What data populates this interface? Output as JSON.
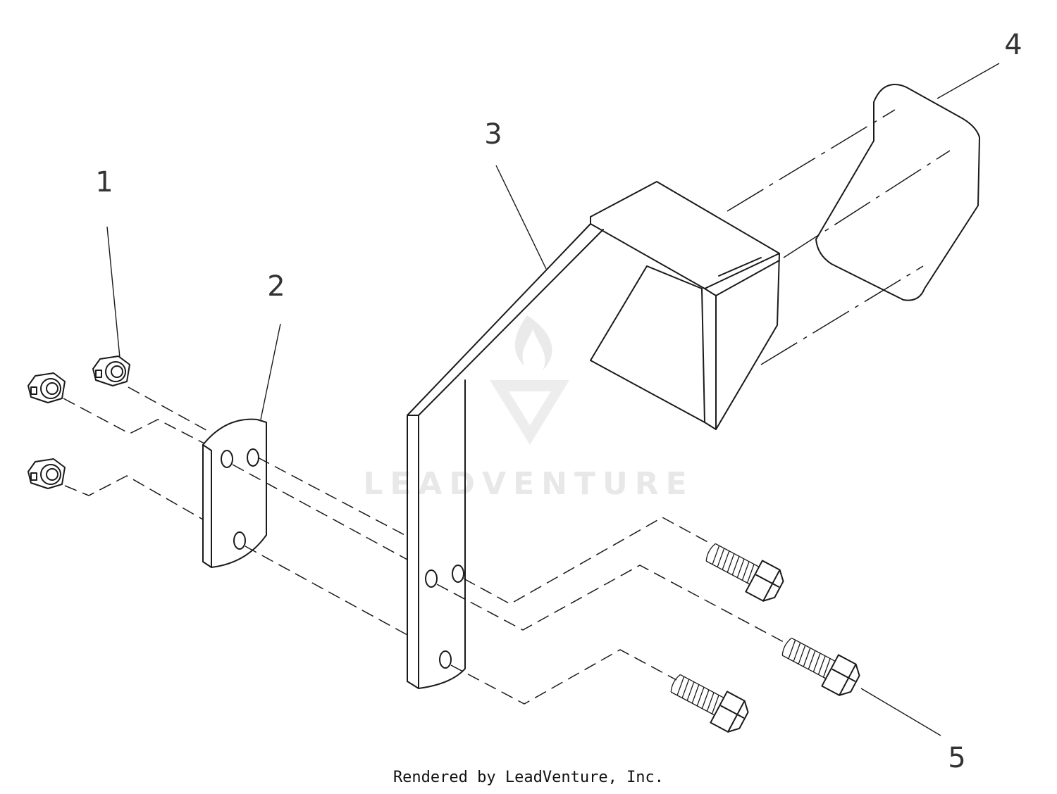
{
  "callouts": [
    "1",
    "2",
    "3",
    "4",
    "5"
  ],
  "watermark": "LEADVENTURE",
  "credit": "Rendered by LeadVenture, Inc."
}
